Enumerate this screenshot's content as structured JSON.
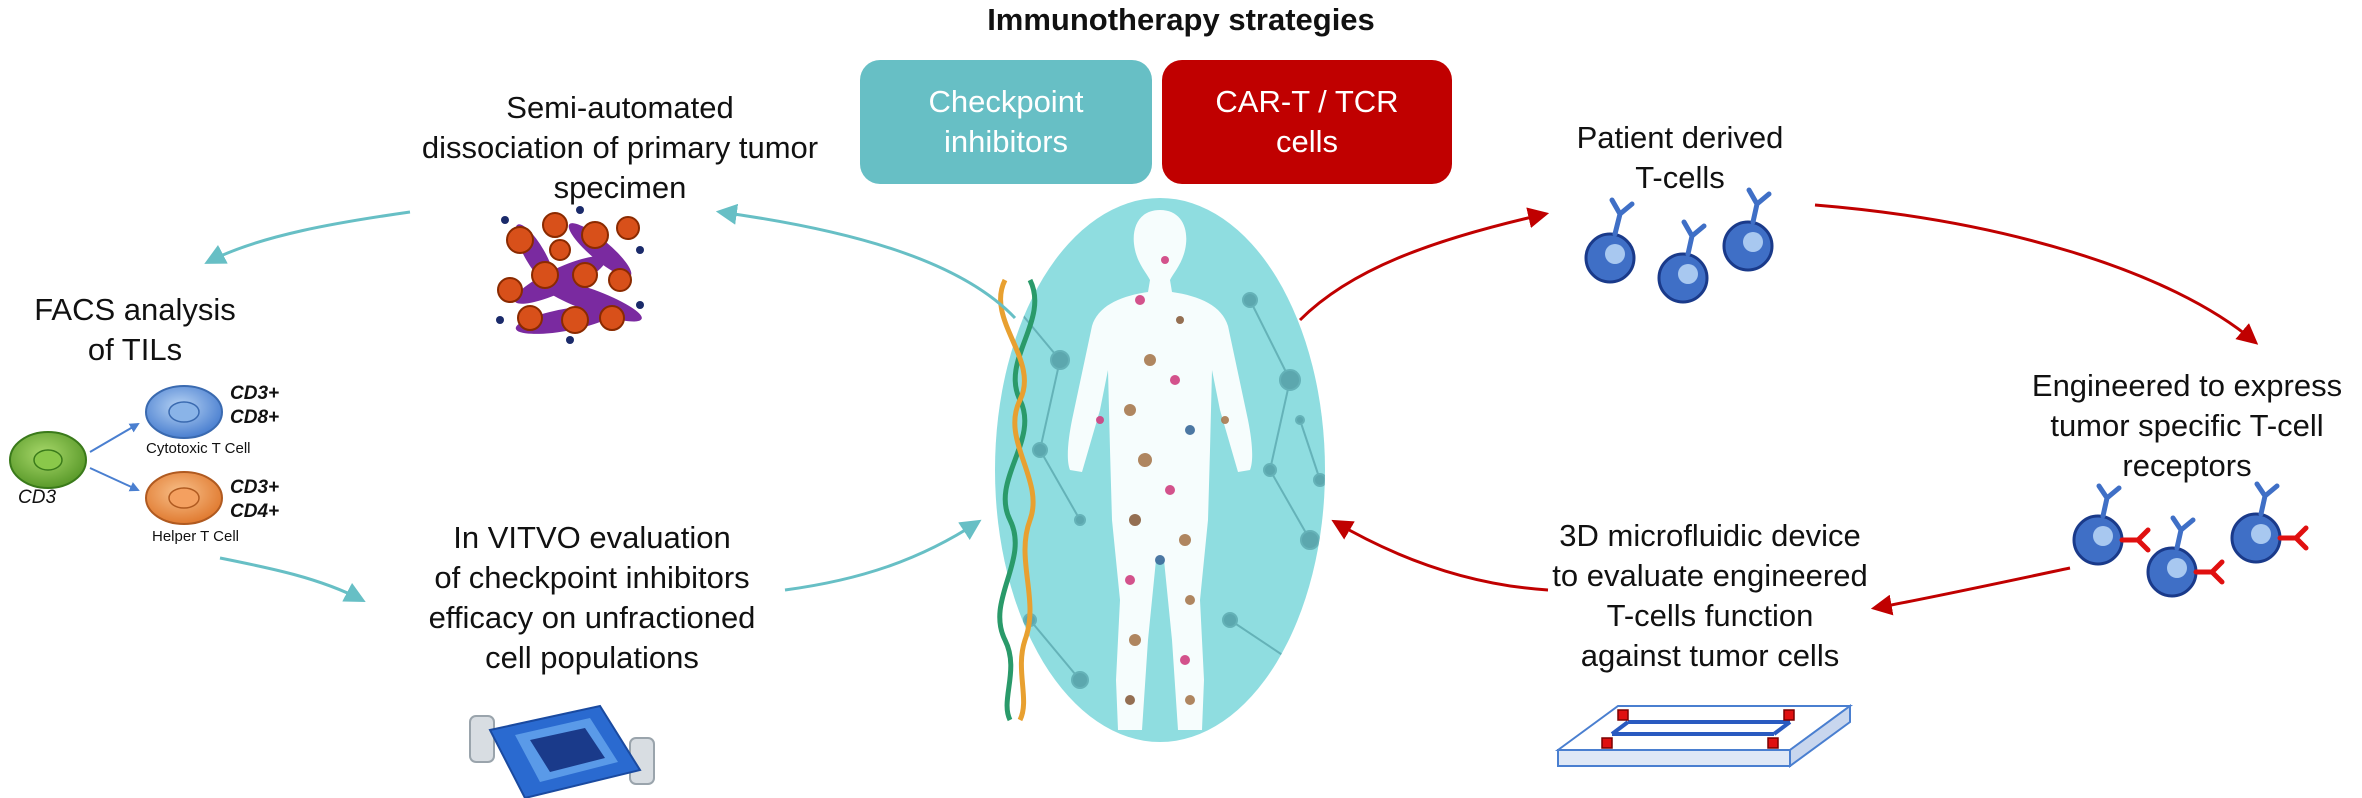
{
  "title": "Immunotherapy strategies",
  "boxes": {
    "checkpoint": {
      "lines": [
        "Checkpoint",
        "inhibitors"
      ],
      "color": "#67bfc5"
    },
    "cart": {
      "lines": [
        "CAR-T / TCR",
        "cells"
      ],
      "color": "#c00000"
    }
  },
  "steps": {
    "dissociation": [
      "Semi-automated",
      "dissociation of primary tumor",
      "specimen"
    ],
    "facs": [
      "FACS analysis",
      "of TILs"
    ],
    "vitvo": [
      "In VITVO evaluation",
      "of checkpoint inhibitors",
      "efficacy on unfractioned",
      "cell populations"
    ],
    "patient": [
      "Patient derived",
      "T-cells"
    ],
    "engineered": [
      "Engineered to express",
      "tumor specific T-cell",
      "receptors"
    ],
    "microfluidic": [
      "3D microfluidic device",
      "to evaluate engineered",
      "T-cells function",
      "against tumor cells"
    ]
  },
  "facs_diagram": {
    "cd3": "CD3",
    "cytotoxic_markers": [
      "CD3+",
      "CD8+"
    ],
    "cytotoxic_name": "Cytotoxic T Cell",
    "helper_markers": [
      "CD3+",
      "CD4+"
    ],
    "helper_name": "Helper T Cell"
  },
  "colors": {
    "teal": "#67bfc5",
    "red": "#c00000",
    "cell_blue": "#3f6fc6",
    "receptor_red": "#e01010"
  }
}
